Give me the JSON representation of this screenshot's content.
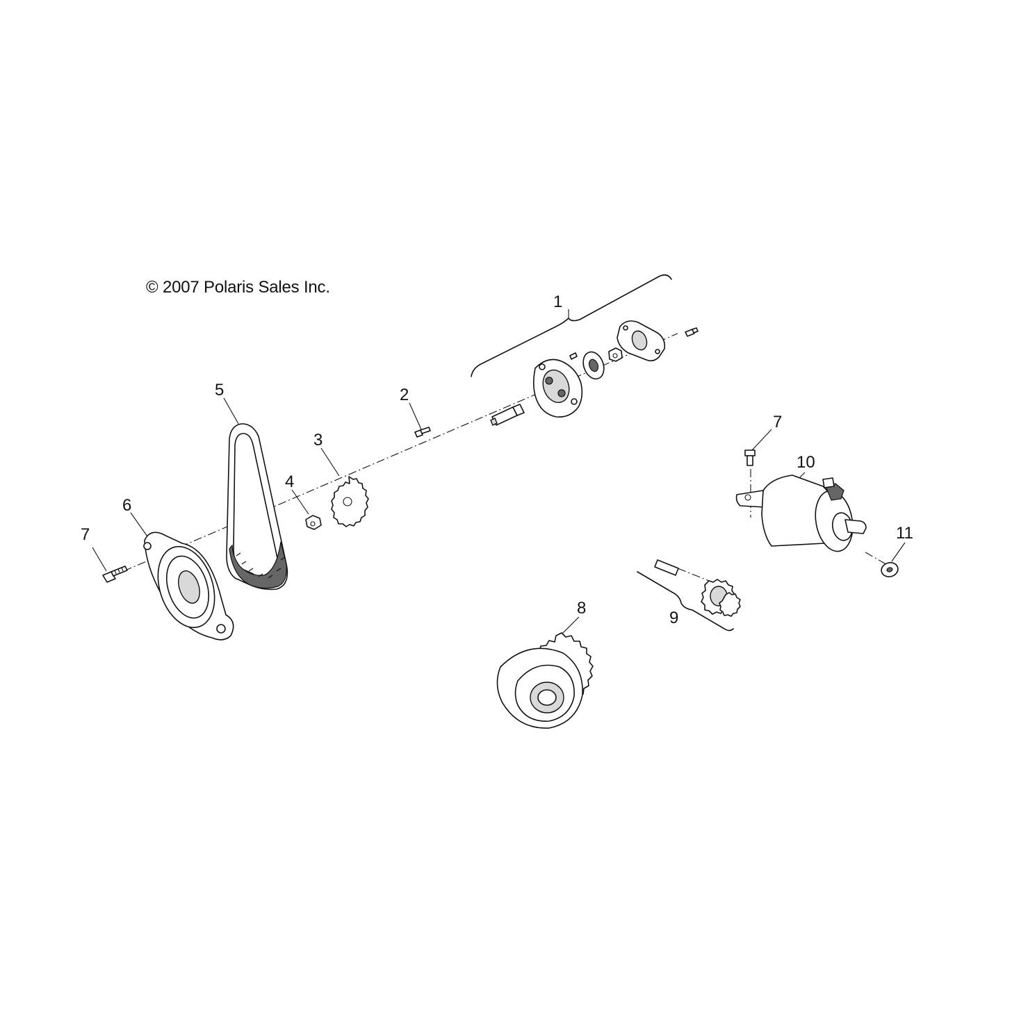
{
  "copyright": "© 2007 Polaris Sales Inc.",
  "callouts": [
    {
      "id": "1",
      "label": "1"
    },
    {
      "id": "2",
      "label": "2"
    },
    {
      "id": "3",
      "label": "3"
    },
    {
      "id": "4",
      "label": "4"
    },
    {
      "id": "5",
      "label": "5"
    },
    {
      "id": "6",
      "label": "6"
    },
    {
      "id": "7a",
      "label": "7"
    },
    {
      "id": "7b",
      "label": "7"
    },
    {
      "id": "8",
      "label": "8"
    },
    {
      "id": "9",
      "label": "9"
    },
    {
      "id": "10",
      "label": "10"
    },
    {
      "id": "11",
      "label": "11"
    }
  ]
}
